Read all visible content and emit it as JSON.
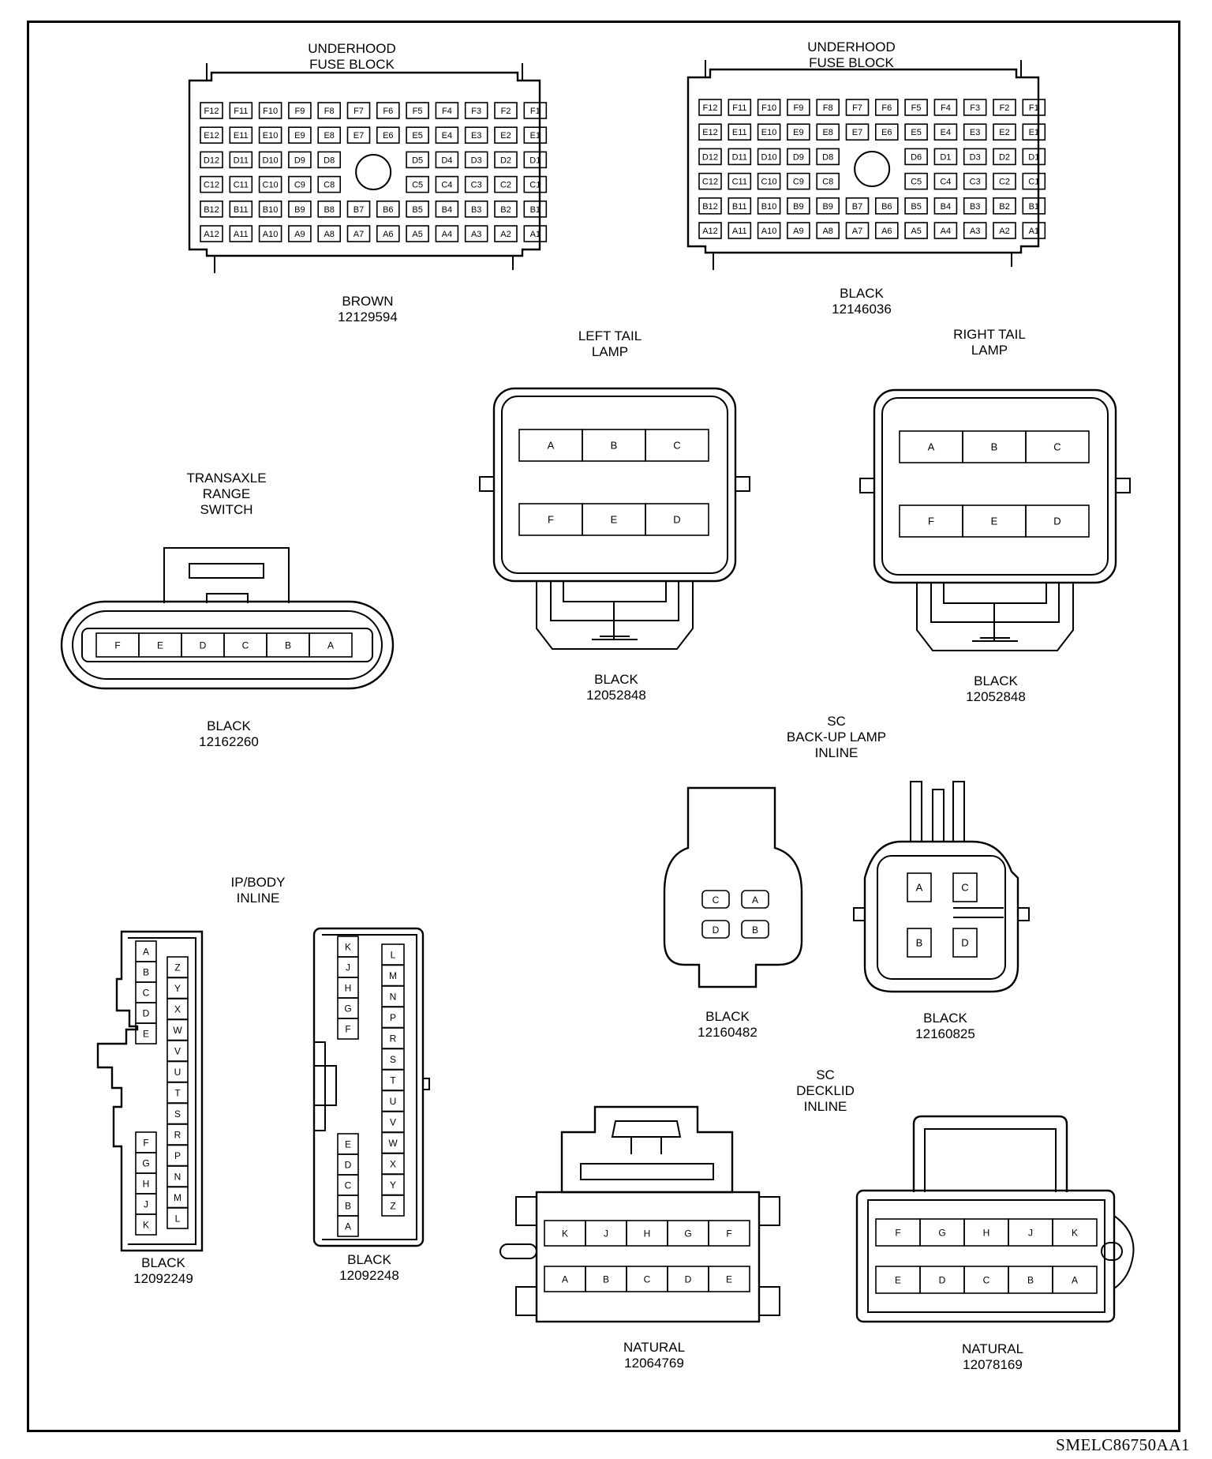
{
  "figure_id": "SMELC86750AA1",
  "connectors": {
    "fuse_brown": {
      "title": "UNDERHOOD\nFUSE BLOCK",
      "color": "BROWN",
      "part": "12129594",
      "rows": [
        [
          "F12",
          "F11",
          "F10",
          "F9",
          "F8",
          "F7",
          "F6",
          "F5",
          "F4",
          "F3",
          "F2",
          "F1"
        ],
        [
          "E12",
          "E11",
          "E10",
          "E9",
          "E8",
          "E7",
          "E6",
          "E5",
          "E4",
          "E3",
          "E2",
          "E1"
        ],
        [
          "D12",
          "D11",
          "D10",
          "D9",
          "D8",
          "",
          "",
          "D5",
          "D4",
          "D3",
          "D2",
          "D1"
        ],
        [
          "C12",
          "C11",
          "C10",
          "C9",
          "C8",
          "",
          "",
          "C5",
          "C4",
          "C3",
          "C2",
          "C1"
        ],
        [
          "B12",
          "B11",
          "B10",
          "B9",
          "B8",
          "B7",
          "B6",
          "B5",
          "B4",
          "B3",
          "B2",
          "B1"
        ],
        [
          "A12",
          "A11",
          "A10",
          "A9",
          "A8",
          "A7",
          "A6",
          "A5",
          "A4",
          "A3",
          "A2",
          "A1"
        ]
      ]
    },
    "fuse_black": {
      "title": "UNDERHOOD\nFUSE BLOCK",
      "color": "BLACK",
      "part": "12146036",
      "rows": [
        [
          "F12",
          "F11",
          "F10",
          "F9",
          "F8",
          "F7",
          "F6",
          "F5",
          "F4",
          "F3",
          "F2",
          "F1"
        ],
        [
          "E12",
          "E11",
          "E10",
          "E9",
          "E8",
          "E7",
          "E6",
          "E5",
          "E4",
          "E3",
          "E2",
          "E1"
        ],
        [
          "D12",
          "D11",
          "D10",
          "D9",
          "D8",
          "",
          "",
          "D6",
          "D1",
          "D3",
          "D2",
          "D1"
        ],
        [
          "C12",
          "C11",
          "C10",
          "C9",
          "C8",
          "",
          "",
          "C5",
          "C4",
          "C3",
          "C2",
          "C1"
        ],
        [
          "B12",
          "B11",
          "B10",
          "B9",
          "B9",
          "B7",
          "B6",
          "B5",
          "B4",
          "B3",
          "B2",
          "B1"
        ],
        [
          "A12",
          "A11",
          "A10",
          "A9",
          "A8",
          "A7",
          "A6",
          "A5",
          "A4",
          "A3",
          "A2",
          "A1"
        ]
      ]
    },
    "left_tail": {
      "title": "LEFT TAIL\nLAMP",
      "color": "BLACK",
      "part": "12052848",
      "top": [
        "A",
        "B",
        "C"
      ],
      "bottom": [
        "F",
        "E",
        "D"
      ]
    },
    "right_tail": {
      "title": "RIGHT TAIL\nLAMP",
      "color": "BLACK",
      "part": "12052848",
      "top": [
        "A",
        "B",
        "C"
      ],
      "bottom": [
        "F",
        "E",
        "D"
      ]
    },
    "transaxle": {
      "title": "TRANSAXLE\nRANGE\nSWITCH",
      "color": "BLACK",
      "part": "12162260",
      "pins": [
        "F",
        "E",
        "D",
        "C",
        "B",
        "A"
      ]
    },
    "backup_title": "SC\nBACK-UP LAMP\nINLINE",
    "backup_a": {
      "color": "BLACK",
      "part": "12160482",
      "pins": [
        "C",
        "A",
        "D",
        "B"
      ]
    },
    "backup_b": {
      "color": "BLACK",
      "part": "12160825",
      "pins": [
        "A",
        "C",
        "B",
        "D"
      ]
    },
    "ip_title": "IP/BODY\nINLINE",
    "ip_a": {
      "color": "BLACK",
      "part": "12092249",
      "left_top": [
        "A",
        "B",
        "C",
        "D",
        "E"
      ],
      "left_bottom": [
        "F",
        "G",
        "H",
        "J",
        "K"
      ],
      "right": [
        "Z",
        "Y",
        "X",
        "W",
        "V",
        "U",
        "T",
        "S",
        "R",
        "P",
        "N",
        "M",
        "L"
      ]
    },
    "ip_b": {
      "color": "BLACK",
      "part": "12092248",
      "left_top": [
        "K",
        "J",
        "H",
        "G",
        "F"
      ],
      "left_bottom": [
        "E",
        "D",
        "C",
        "B",
        "A"
      ],
      "right": [
        "L",
        "M",
        "N",
        "P",
        "R",
        "S",
        "T",
        "U",
        "V",
        "W",
        "X",
        "Y",
        "Z"
      ]
    },
    "decklid_title": "SC\nDECKLID\nINLINE",
    "decklid_a": {
      "color": "NATURAL",
      "part": "12064769",
      "top": [
        "K",
        "J",
        "H",
        "G",
        "F"
      ],
      "bottom": [
        "A",
        "B",
        "C",
        "D",
        "E"
      ]
    },
    "decklid_b": {
      "color": "NATURAL",
      "part": "12078169",
      "top": [
        "F",
        "G",
        "H",
        "J",
        "K"
      ],
      "bottom": [
        "E",
        "D",
        "C",
        "B",
        "A"
      ]
    }
  }
}
